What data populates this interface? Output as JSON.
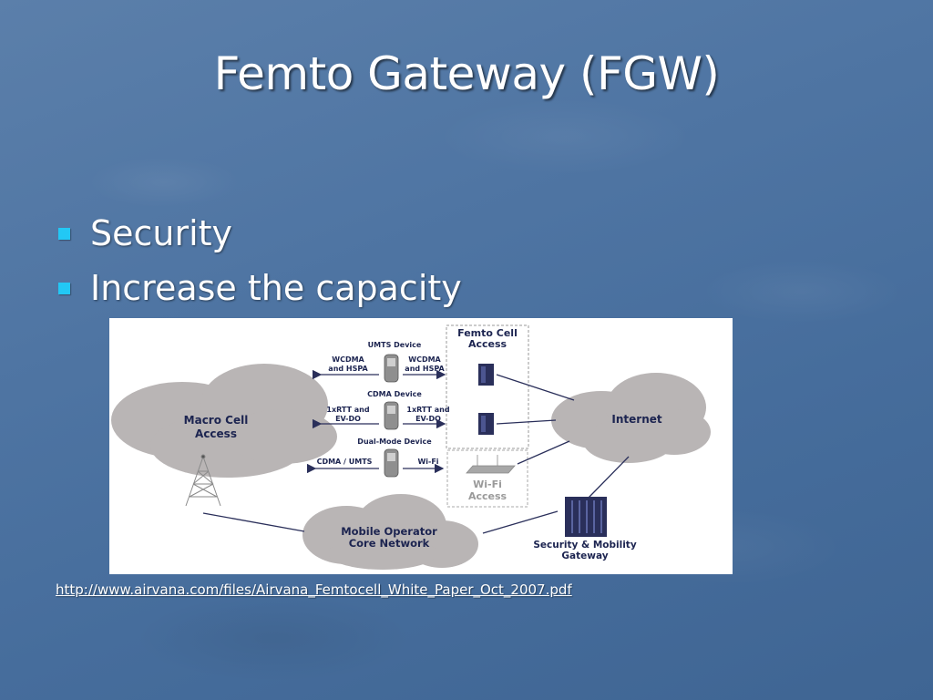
{
  "slide": {
    "title": "Femto Gateway (FGW)",
    "bullets": [
      "Security",
      "Increase the capacity"
    ],
    "reference_link": "http://www.airvana.com/files/Airvana_Femtocell_White_Paper_Oct_2007.pdf",
    "colors": {
      "background": "#4f75a3",
      "bullet": "#22c8f5",
      "text": "#ffffff"
    }
  },
  "diagram": {
    "femto_access": [
      "Femto Cell",
      "Access"
    ],
    "umts_device": "UMTS Device",
    "wcdma_left": [
      "WCDMA",
      "and HSPA"
    ],
    "wcdma_right": [
      "WCDMA",
      "and HSPA"
    ],
    "cdma_device": "CDMA Device",
    "rtt_left": [
      "1xRTT and",
      "EV-DO"
    ],
    "rtt_right": [
      "1xRTT and",
      "EV-DO"
    ],
    "dual_mode_device": "Dual-Mode Device",
    "cdma_umts": "CDMA / UMTS",
    "wifi_label": "Wi-Fi",
    "wifi_access": [
      "Wi-Fi",
      "Access"
    ],
    "macro_cell": [
      "Macro Cell",
      "Access"
    ],
    "internet": "Internet",
    "core_network": [
      "Mobile Operator",
      "Core Network"
    ],
    "security_gateway": [
      "Security & Mobility",
      "Gateway"
    ],
    "icons": [
      "cell-tower-icon",
      "umts-phone-icon",
      "cdma-phone-icon",
      "dual-mode-phone-icon",
      "femto-ap-icon",
      "wifi-router-icon",
      "gateway-server-icon"
    ],
    "colors": {
      "cloud": "#b9b5b5",
      "line": "#2a2f5a",
      "text": "#1c2450"
    }
  }
}
